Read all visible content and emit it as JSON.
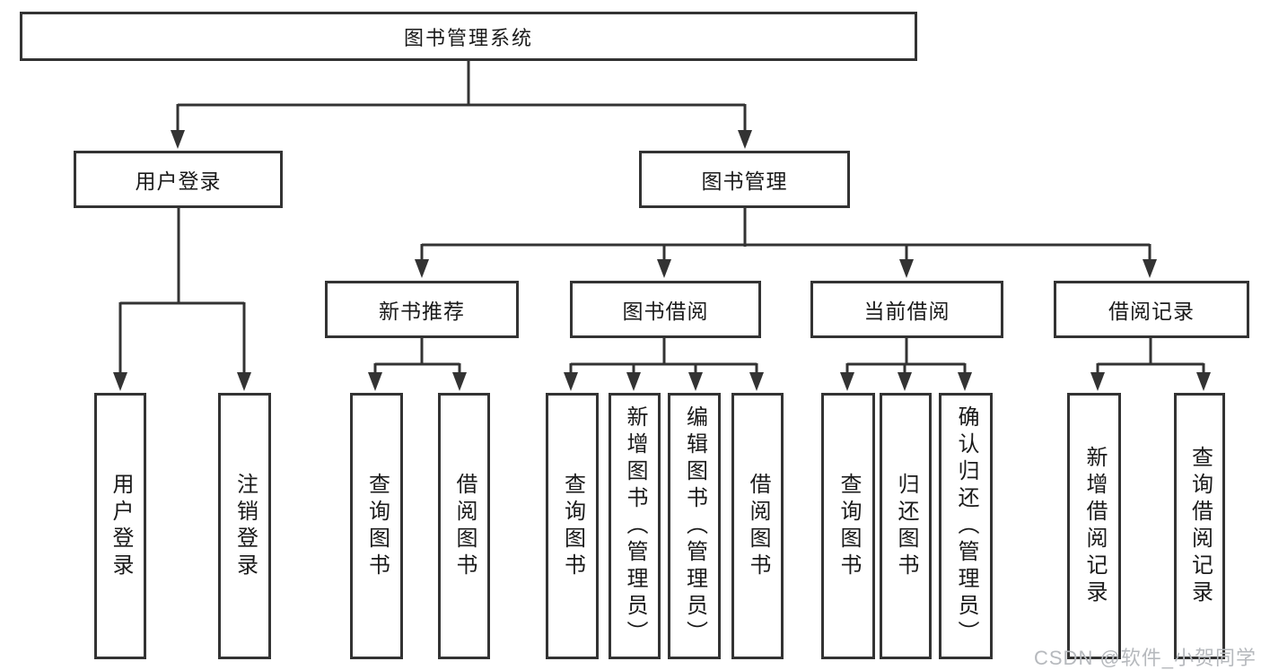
{
  "diagram_title": "图书管理系统",
  "watermark": "CSDN @软件_小贺同学",
  "colors": {
    "line": "#333333",
    "box_border": "#333333",
    "text": "#1a1a1a",
    "watermark_text": "#b6b9bd",
    "background": "#ffffff"
  },
  "tree": {
    "label": "图书管理系统",
    "children": [
      {
        "label": "用户登录",
        "children": [
          {
            "label": "用户登录"
          },
          {
            "label": "注销登录"
          }
        ]
      },
      {
        "label": "图书管理",
        "children": [
          {
            "label": "新书推荐",
            "children": [
              {
                "label": "查询图书"
              },
              {
                "label": "借阅图书"
              }
            ]
          },
          {
            "label": "图书借阅",
            "children": [
              {
                "label": "查询图书"
              },
              {
                "label": "新增图书（管理员）"
              },
              {
                "label": "编辑图书（管理员）"
              },
              {
                "label": "借阅图书"
              }
            ]
          },
          {
            "label": "当前借阅",
            "children": [
              {
                "label": "查询图书"
              },
              {
                "label": "归还图书"
              },
              {
                "label": "确认归还（管理员）"
              }
            ]
          },
          {
            "label": "借阅记录",
            "children": [
              {
                "label": "新增借阅记录"
              },
              {
                "label": "查询借阅记录"
              }
            ]
          }
        ]
      }
    ]
  }
}
